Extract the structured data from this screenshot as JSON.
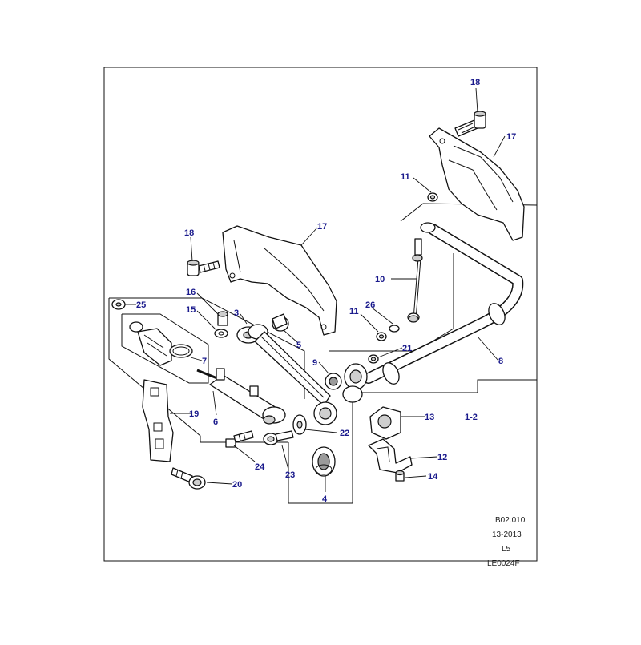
{
  "colors": {
    "callout": "#1a1a8c",
    "line": "#111111",
    "background": "#ffffff"
  },
  "callouts": {
    "c18a": "18",
    "c17a": "17",
    "c11a": "11",
    "c10": "10",
    "c17b": "17",
    "c18b": "18",
    "c16": "16",
    "c15": "15",
    "c25": "25",
    "c3": "3",
    "c5": "5",
    "c11b": "11",
    "c26": "26",
    "c21": "21",
    "c8": "8",
    "c9": "9",
    "c7": "7",
    "c6": "6",
    "c19": "19",
    "c22": "22",
    "c13": "13",
    "c12": "12",
    "c14": "14",
    "c12range": "1-2",
    "c24": "24",
    "c23": "23",
    "c20": "20",
    "c4": "4"
  },
  "reference": {
    "code": "B02.010",
    "date": "13-2013",
    "model": "L5",
    "drawing_no": "LE0024F"
  }
}
